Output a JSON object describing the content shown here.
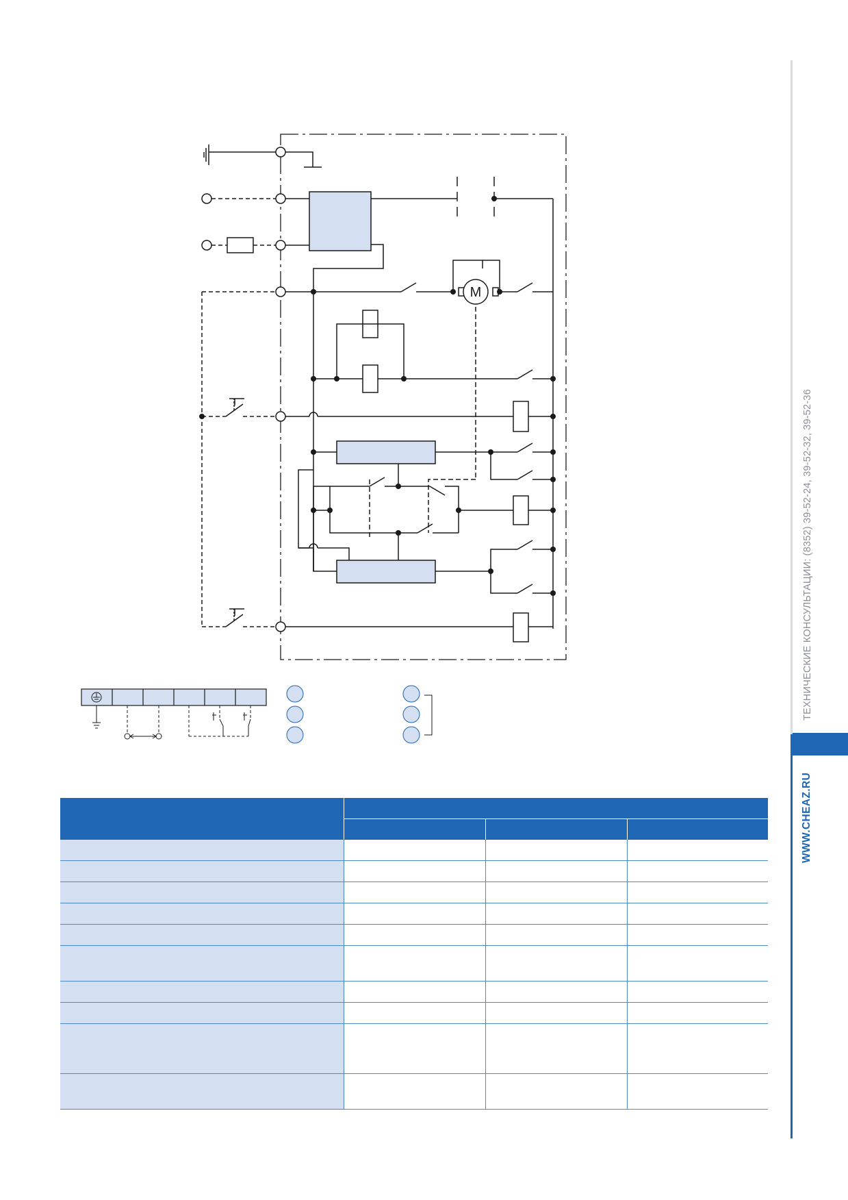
{
  "sidebar": {
    "consult_text": "ТЕХНИЧЕСКИЕ КОНСУЛЬТАЦИИ: (8352) 39-52-24, 39-52-32, 39-52-36",
    "site_text": "WWW.CHEAZ.RU",
    "accent_color": "#1f66b4"
  },
  "schematic": {
    "motor_label": "M",
    "block_fill": "#d4dff2",
    "line_color": "#1a1a1a"
  },
  "connector_legend": {
    "cells": [
      "ground-symbol",
      "",
      "",
      "",
      "",
      ""
    ]
  },
  "spec_table": {
    "header_color": "#1f66b4",
    "row_color": "#d4dff2",
    "header_rows": [
      {
        "cells": [
          "",
          ""
        ]
      },
      {
        "cells": [
          "",
          "",
          ""
        ]
      }
    ],
    "rows": [
      {
        "label": "",
        "values": [
          "",
          "",
          ""
        ]
      },
      {
        "label": "",
        "values": [
          "",
          "",
          ""
        ]
      },
      {
        "label": "",
        "values": [
          "",
          "",
          ""
        ]
      },
      {
        "label": "",
        "values": [
          "",
          "",
          ""
        ]
      },
      {
        "label": "",
        "values": [
          "",
          "",
          ""
        ]
      },
      {
        "label": "",
        "values": [
          "",
          "",
          ""
        ]
      },
      {
        "label": "",
        "values": [
          "",
          "",
          ""
        ]
      },
      {
        "label": "",
        "values": [
          "",
          "",
          ""
        ]
      },
      {
        "label": "",
        "values": [
          "",
          "",
          ""
        ]
      },
      {
        "label": "",
        "values": [
          "",
          "",
          ""
        ]
      }
    ]
  }
}
